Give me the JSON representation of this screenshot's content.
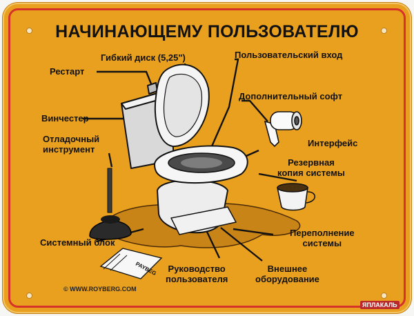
{
  "sign": {
    "title": "НАЧИНАЮЩЕМУ ПОЛЬЗОВАТЕЛЮ",
    "copyright": "© WWW.ROYBERG.COM",
    "manual_cover_text": "PAYBEG",
    "labels": {
      "floppy": "Гибкий диск (5,25\")",
      "user_input": "Пользовательский вход",
      "restart": "Рестарт",
      "extra_soft": "Дополнительный софт",
      "hdd": "Винчестер",
      "debugger": "Отладочный\nинструмент",
      "interface": "Интерфейс",
      "backup": "Резервная\nкопия системы",
      "system_unit": "Системный блок",
      "overflow": "Переполнение\nсистемы",
      "manual": "Руководство\nпользователя",
      "external": "Внешнее\nоборудование"
    }
  },
  "watermark": "ЯПЛАКАЛЬ",
  "colors": {
    "plate": "#e9a01e",
    "border": "#d5322a",
    "ink": "#111111"
  },
  "icons": [
    "toilet-icon",
    "plunger-icon",
    "toilet-paper-icon",
    "cup-icon",
    "manual-book-icon"
  ]
}
